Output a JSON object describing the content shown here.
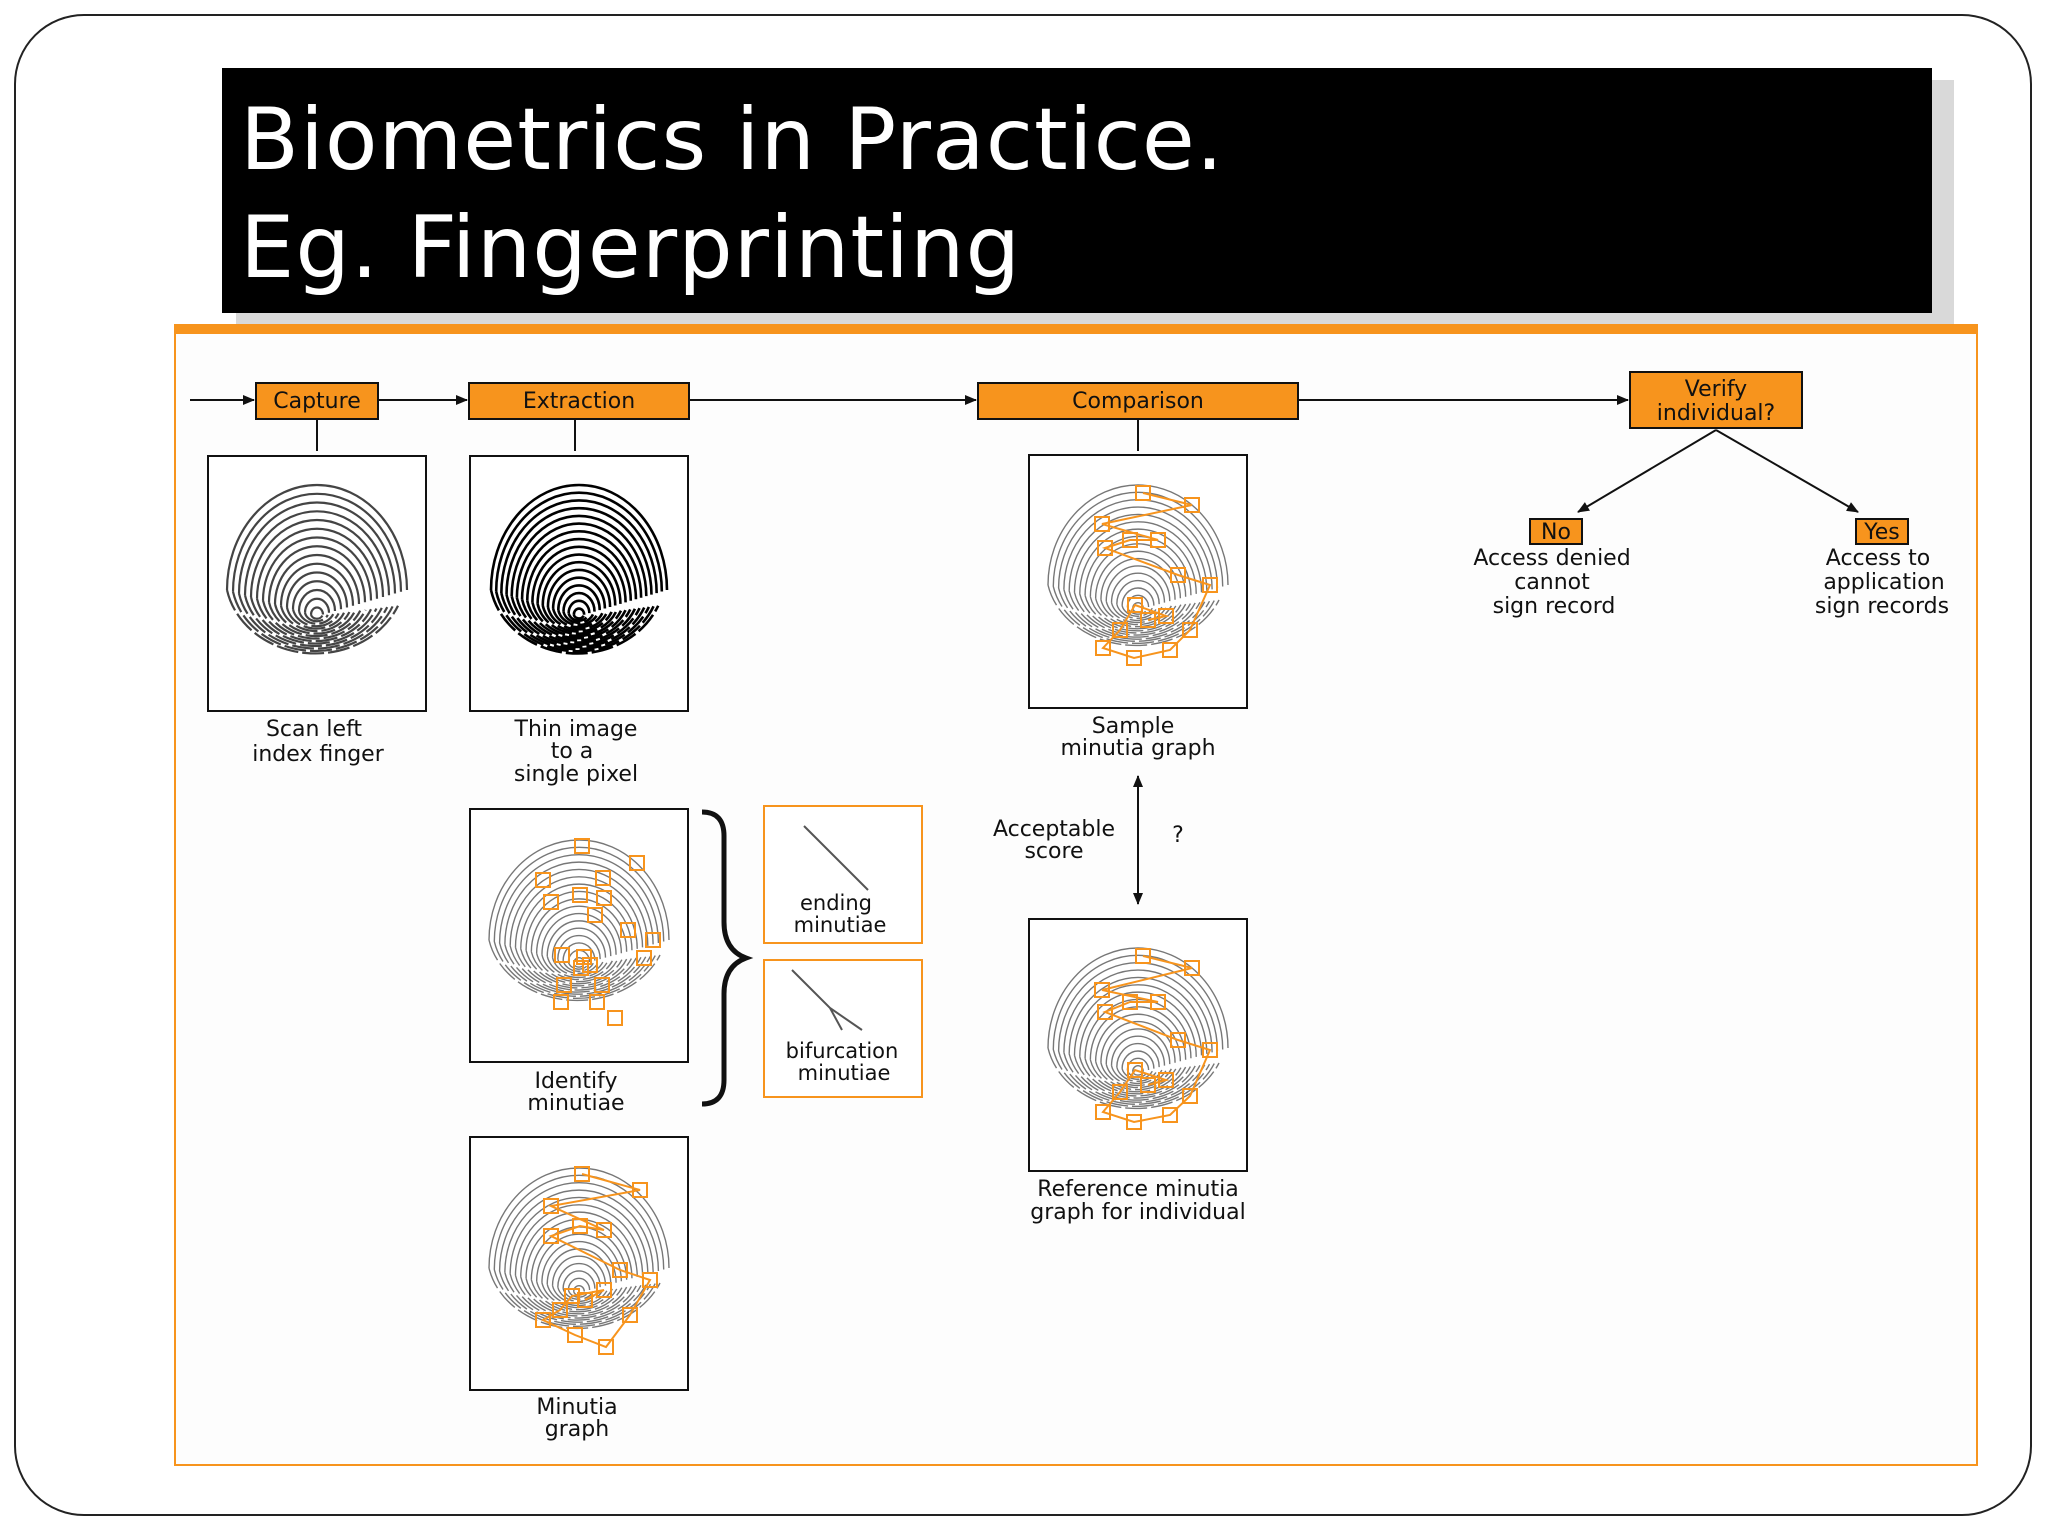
{
  "slide": {
    "title_line1": "Biometrics in Practice.",
    "title_line2": "Eg. Fingerprinting"
  },
  "colors": {
    "accent": "#f7941d",
    "title_bg": "#000000",
    "title_text": "#ffffff"
  },
  "stages": {
    "capture": "Capture",
    "extraction": "Extraction",
    "comparison": "Comparison",
    "verify": [
      "Verify",
      "individual?"
    ]
  },
  "captions": {
    "scan": [
      "Scan left",
      "index finger"
    ],
    "thin": [
      "Thin image",
      "to a",
      "single pixel"
    ],
    "identify": [
      "Identify",
      "minutiae"
    ],
    "minutia_graph": [
      "Minutia",
      "graph"
    ],
    "sample": [
      "Sample",
      "minutia graph"
    ],
    "reference": [
      "Reference minutia",
      "graph for individual"
    ],
    "ending": [
      "ending",
      "minutiae"
    ],
    "bifurcation": [
      "bifurcation",
      "minutiae"
    ],
    "acceptable": [
      "Acceptable",
      "score"
    ],
    "question": "?"
  },
  "decision": {
    "no_tag": "No",
    "no_text": [
      "Access denied",
      "cannot",
      "sign record"
    ],
    "yes_tag": "Yes",
    "yes_text": [
      "Access to",
      "application",
      "sign records"
    ]
  }
}
